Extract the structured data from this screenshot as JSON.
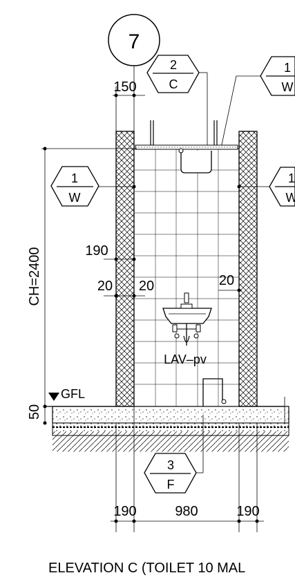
{
  "drawing": {
    "grid_tag": "7",
    "tags": {
      "c2": {
        "num": "2",
        "ref": "C"
      },
      "w1_top": {
        "num": "1",
        "ref": "W"
      },
      "w1_left": {
        "num": "1",
        "ref": "W"
      },
      "w1_right": {
        "num": "1",
        "ref": "W"
      },
      "f3": {
        "num": "3",
        "ref": "F"
      }
    },
    "dims": {
      "top": "150",
      "left_190": "190",
      "left_20a": "20",
      "left_20b": "20",
      "right_20": "20",
      "bottom_left": "190",
      "bottom_mid": "980",
      "bottom_right": "190",
      "ch": "CH=2400",
      "level_50": "50"
    },
    "labels": {
      "gfl": "GFL",
      "lav": "LAV–pv"
    },
    "title": "ELEVATION C (TOILET 10 MAL"
  }
}
